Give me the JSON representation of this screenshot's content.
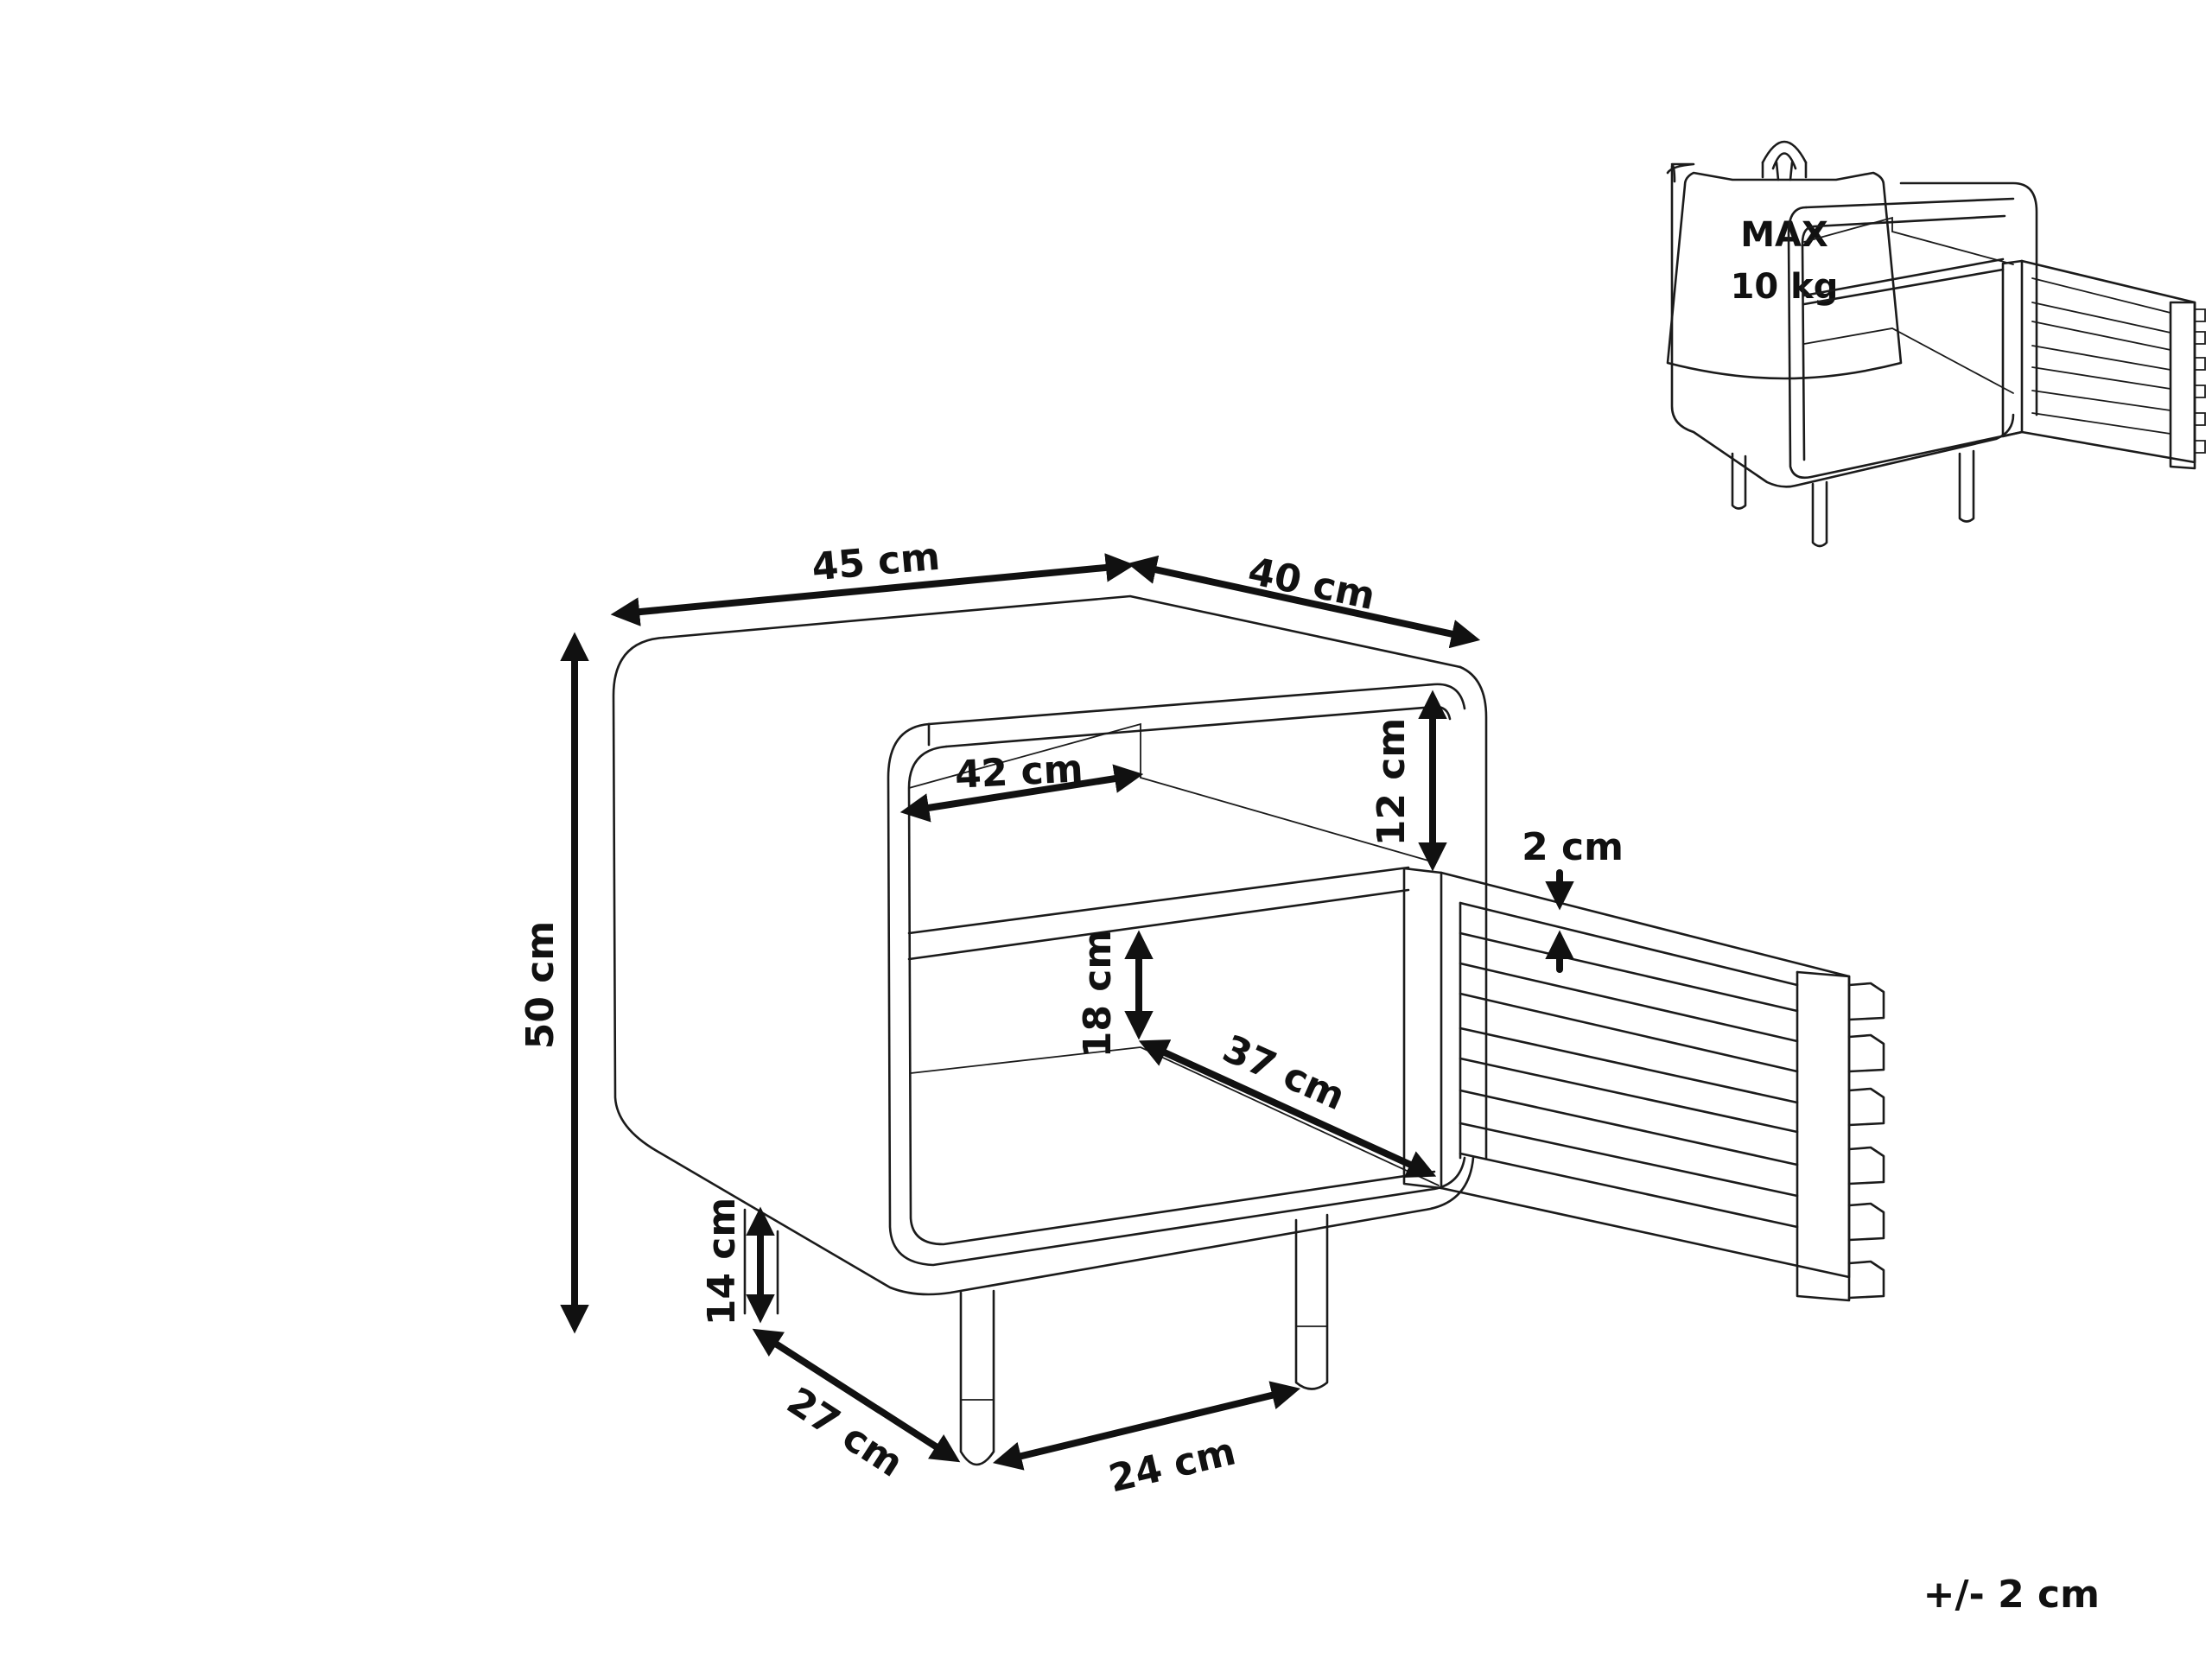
{
  "dimensions": {
    "width": "45 cm",
    "depth": "40 cm",
    "height": "50 cm",
    "inner_width": "42 cm",
    "upper_compartment_height": "12 cm",
    "lower_compartment_height": "18 cm",
    "inner_depth": "37 cm",
    "slat_spacing": "2 cm",
    "leg_height": "14 cm",
    "leg_spacing_depth": "27 cm",
    "leg_spacing_width": "24 cm"
  },
  "weight_limit": {
    "line1": "MAX",
    "line2": "10 kg"
  },
  "tolerance": "+/- 2 cm"
}
